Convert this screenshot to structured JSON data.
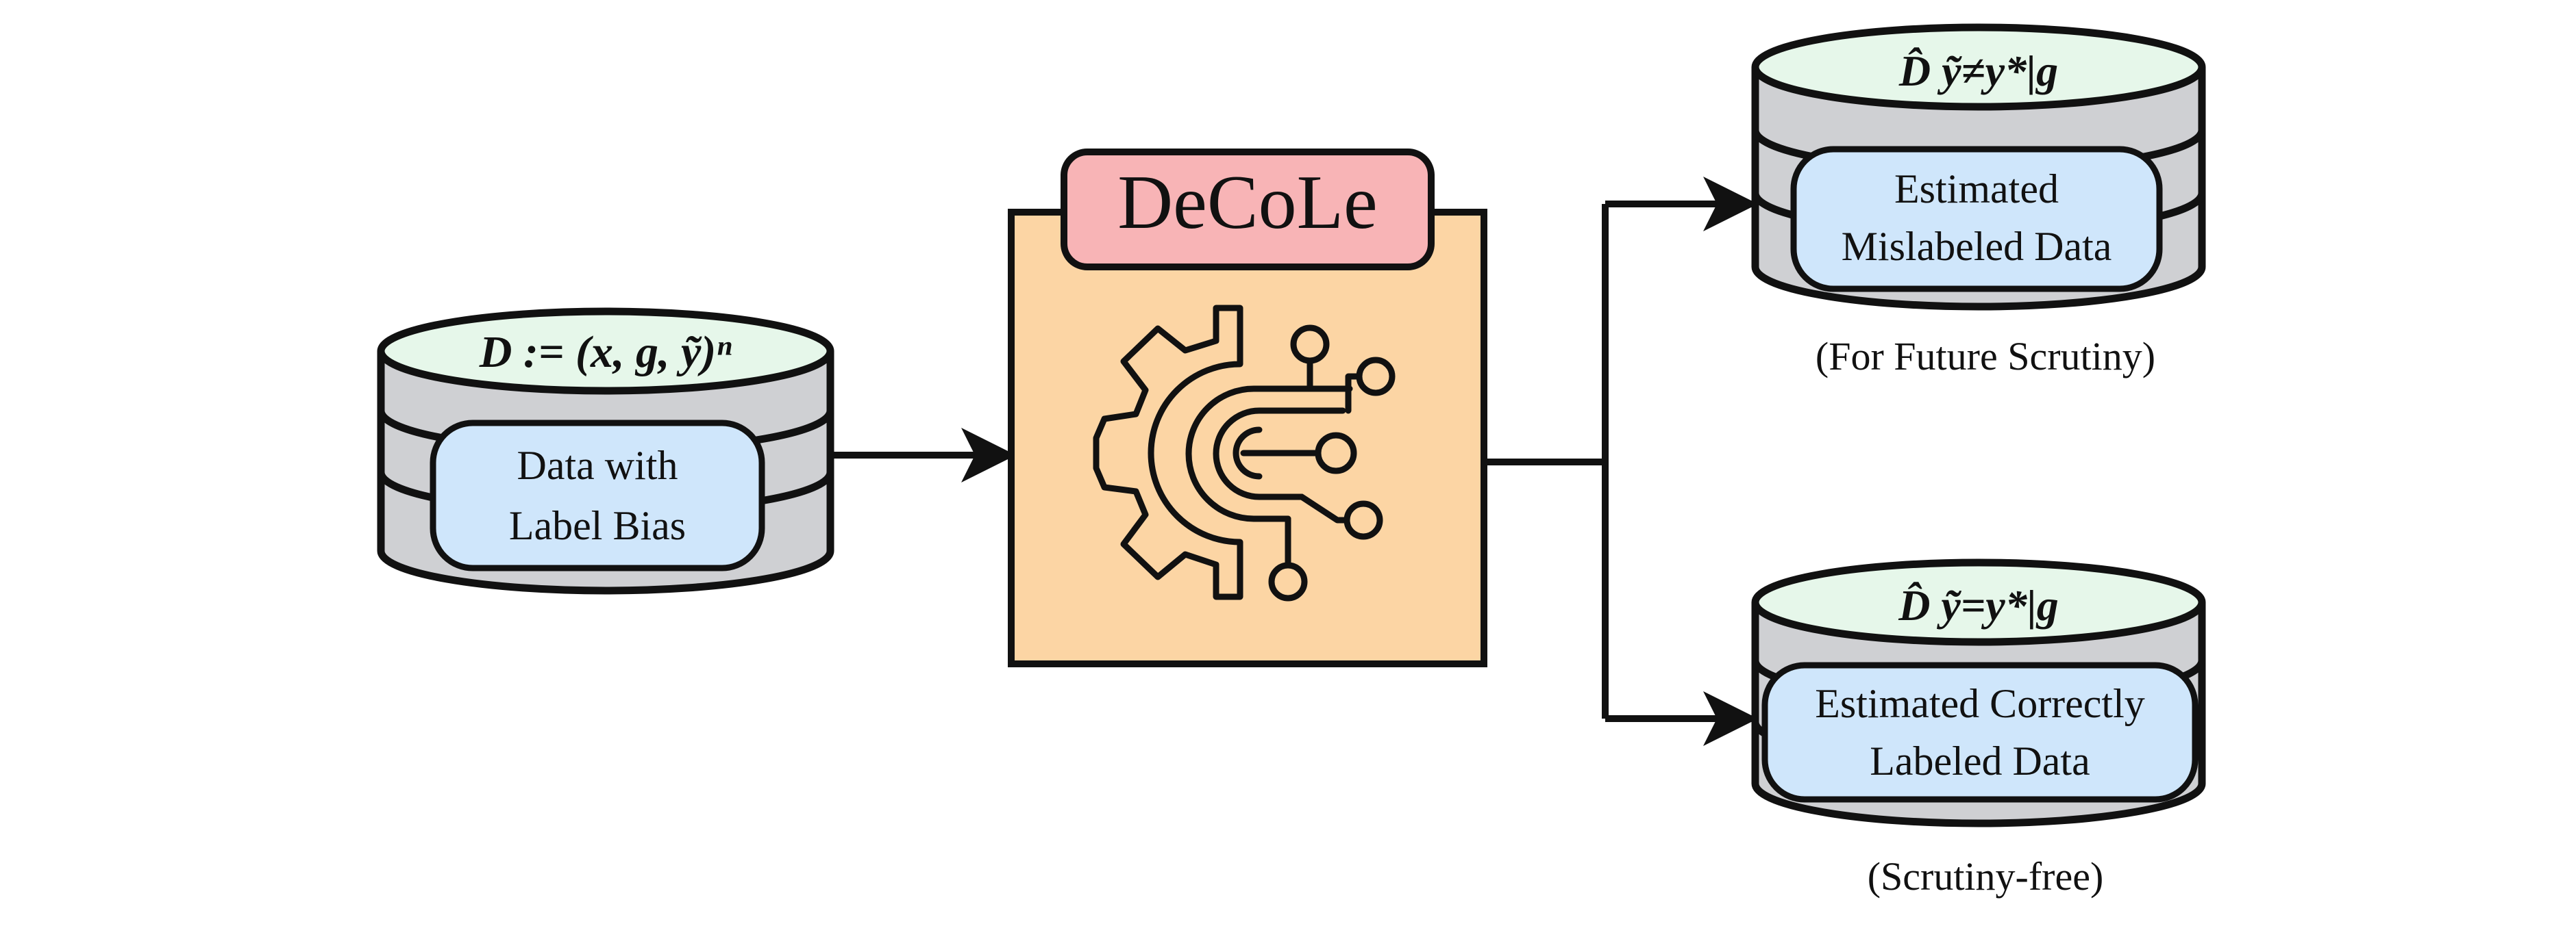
{
  "colors": {
    "outline": "#111111",
    "db_body": "#cfd0d3",
    "db_top": "#e6f7ea",
    "db_label_box": "#cfe6fb",
    "method_body": "#fcd5a4",
    "method_title_bg": "#f8b4b6"
  },
  "input_db": {
    "formula": "D := (x, g, ỹ)ⁿ",
    "label_line1": "Data with",
    "label_line2": "Label Bias"
  },
  "method": {
    "title": "DeCoLe",
    "icon": "gear-circuit-icon"
  },
  "output_top": {
    "formula": "D̂ ỹ≠y*|g",
    "label_line1": "Estimated",
    "label_line2": "Mislabeled Data",
    "caption": "(For Future Scrutiny)"
  },
  "output_bottom": {
    "formula": "D̂ ỹ=y*|g",
    "label_line1": "Estimated Correctly",
    "label_line2": "Labeled Data",
    "caption": "(Scrutiny-free)"
  }
}
